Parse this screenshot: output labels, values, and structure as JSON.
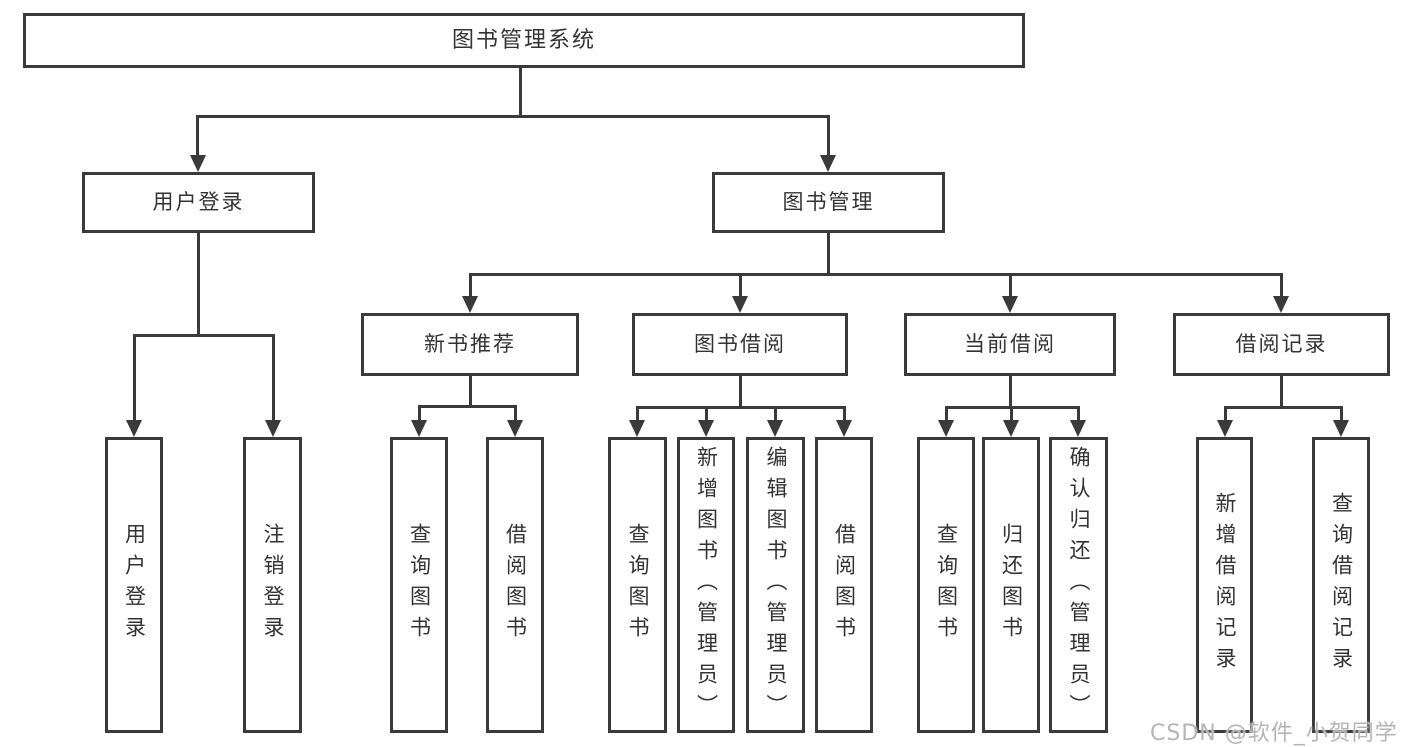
{
  "diagram": {
    "type": "tree",
    "root": {
      "label": "图书管理系统"
    },
    "level2": [
      {
        "label": "用户登录"
      },
      {
        "label": "图书管理"
      }
    ],
    "level3": [
      {
        "label": "新书推荐",
        "parent": "图书管理"
      },
      {
        "label": "图书借阅",
        "parent": "图书管理"
      },
      {
        "label": "当前借阅",
        "parent": "图书管理"
      },
      {
        "label": "借阅记录",
        "parent": "图书管理"
      }
    ],
    "leaves": [
      {
        "label": "用户登录",
        "parent": "用户登录"
      },
      {
        "label": "注销登录",
        "parent": "用户登录"
      },
      {
        "label": "查询图书",
        "parent": "新书推荐"
      },
      {
        "label": "借阅图书",
        "parent": "新书推荐"
      },
      {
        "label": "查询图书",
        "parent": "图书借阅"
      },
      {
        "label": "新增图书（管理员）",
        "parent": "图书借阅"
      },
      {
        "label": "编辑图书（管理员）",
        "parent": "图书借阅"
      },
      {
        "label": "借阅图书",
        "parent": "图书借阅"
      },
      {
        "label": "查询图书",
        "parent": "当前借阅"
      },
      {
        "label": "归还图书",
        "parent": "当前借阅"
      },
      {
        "label": "确认归还（管理员）",
        "parent": "当前借阅"
      },
      {
        "label": "新增借阅记录",
        "parent": "借阅记录"
      },
      {
        "label": "查询借阅记录",
        "parent": "借阅记录"
      }
    ],
    "watermark": "CSDN @软件_小贺同学",
    "colors": {
      "line": "#3a3a3a",
      "text": "#333333",
      "watermark": "#b5b5b5",
      "background": "#ffffff"
    }
  }
}
